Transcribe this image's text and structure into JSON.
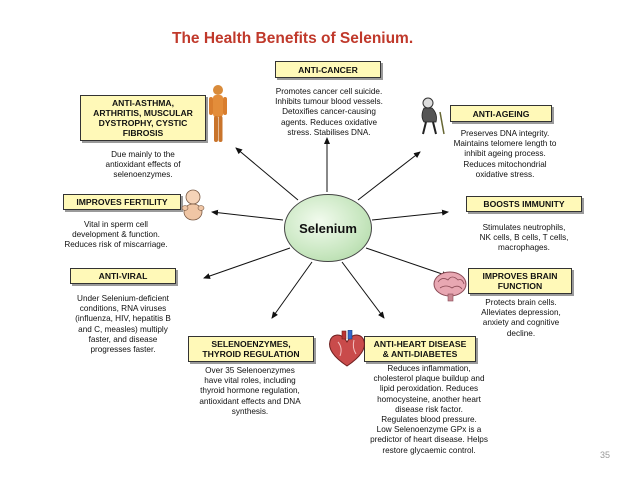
{
  "title": "The Health Benefits of Selenium.",
  "center": "Selenium",
  "page_number": "35",
  "nodes": {
    "anti_cancer": {
      "label": "ANTI-CANCER",
      "desc": "Promotes cancer cell suicide.\nInhibits tumour blood vessels.\nDetoxifies cancer-causing\nagents. Reduces oxidative\nstress. Stabilises DNA."
    },
    "anti_asthma": {
      "label": "ANTI-ASTHMA,\nARTHRITIS, MUSCULAR\nDYSTROPHY, CYSTIC\nFIBROSIS",
      "desc": "Due mainly to the\nantioxidant effects of\nselenoenzymes."
    },
    "anti_ageing": {
      "label": "ANTI-AGEING",
      "desc": "Preserves DNA integrity.\nMaintains telomere length to\ninhibit ageing process.\nReduces mitochondrial\noxidative stress."
    },
    "fertility": {
      "label": "IMPROVES FERTILITY",
      "desc": "Vital in sperm cell\ndevelopment & function.\nReduces risk of miscarriage."
    },
    "immunity": {
      "label": "BOOSTS IMMUNITY",
      "desc": "Stimulates neutrophils,\nNK cells, B cells, T cells,\nmacrophages."
    },
    "anti_viral": {
      "label": "ANTI-VIRAL",
      "desc": "Under Selenium-deficient\nconditions, RNA viruses\n(influenza, HIV, hepatitis B\nand C, measles) multiply\nfaster, and disease\nprogresses faster."
    },
    "brain": {
      "label": "IMPROVES BRAIN\nFUNCTION",
      "desc": "Protects brain cells.\nAlleviates depression,\nanxiety and cognitive\ndecline."
    },
    "thyroid": {
      "label": "SELENOENZYMES,\nTHYROID REGULATION",
      "desc": "Over 35 Selenoenzymes\nhave vital roles, including\nthyroid hormone regulation,\nantioxidant effects and DNA\nsynthesis."
    },
    "heart": {
      "label": "ANTI-HEART DISEASE\n& ANTI-DIABETES",
      "desc": "Reduces inflammation,\ncholesterol plaque buildup and\nlipid peroxidation. Reduces\nhomocysteine, another heart\ndisease risk factor.\nRegulates blood pressure.\nLow Selenoenzyme GPx is a\npredictor of heart disease. Helps\nrestore glycaemic control."
    }
  },
  "colors": {
    "title": "#c0392b",
    "box_fill": "#fff9b8",
    "hub_fill": "#c7e6bf"
  },
  "icons": [
    "body-figure-icon",
    "elderly-man-icon",
    "baby-icon",
    "brain-icon",
    "heart-icon"
  ]
}
